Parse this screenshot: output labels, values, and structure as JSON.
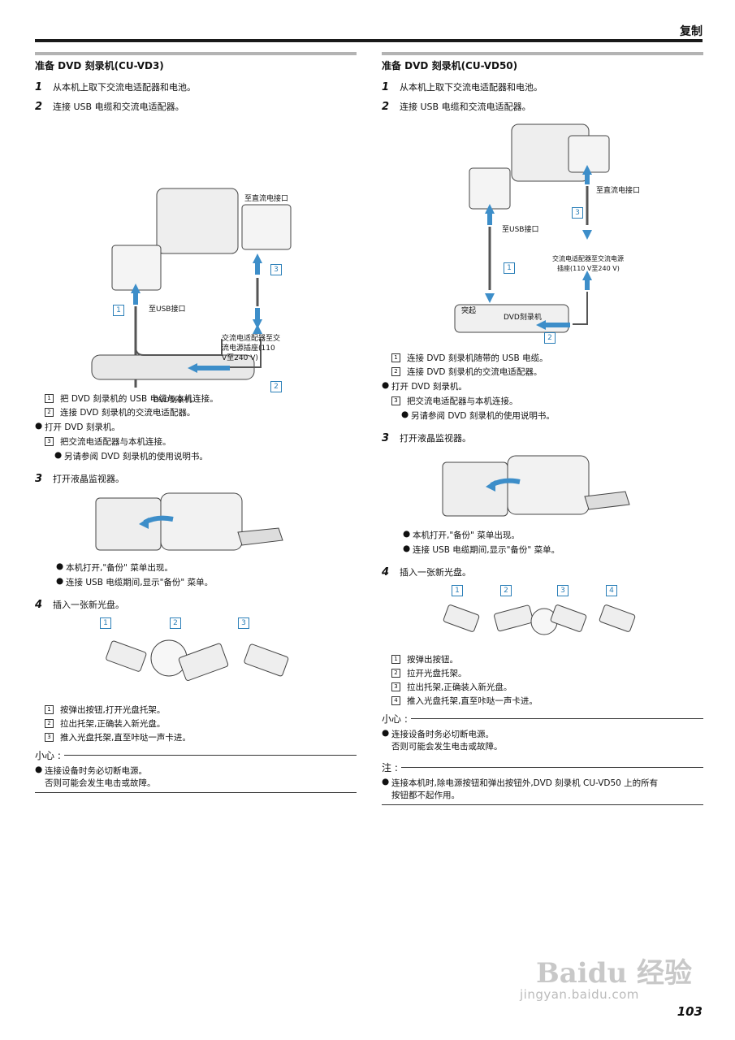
{
  "header": {
    "title": "复制"
  },
  "page_number": "103",
  "watermark": {
    "brand": "Bai",
    "brand_suffix": "du",
    "cn": "经验",
    "url": "jingyan.baidu.com"
  },
  "left": {
    "title": "准备 DVD 刻录机(CU-VD3)",
    "steps": [
      {
        "num": "1",
        "text": "从本机上取下交流电适配器和电池。"
      },
      {
        "num": "2",
        "text": "连接 USB 电缆和交流电适配器。"
      },
      {
        "num": "3",
        "text": "打开液晶监视器。"
      },
      {
        "num": "4",
        "text": "插入一张新光盘。"
      }
    ],
    "fig1": {
      "label_dc": "至直流电接口",
      "label_usb": "至USB接口",
      "label_ac1": "交流电适配器至交",
      "label_ac2": "流电源插座(110",
      "label_ac3": "V至240 V)",
      "label_dvd": "DVD刻录机",
      "n1": "1",
      "n2": "2",
      "n3": "3"
    },
    "step2_subs": [
      {
        "n": "1",
        "text": "把 DVD 刻录机的 USB 电缆与本机连接。"
      },
      {
        "n": "2",
        "text": "连接 DVD 刻录机的交流电适配器。"
      }
    ],
    "bullet_open": "打开 DVD 刻录机。",
    "sub3": {
      "n": "3",
      "text": "把交流电适配器与本机连接。"
    },
    "sub3_bullet": "另请参阅 DVD 刻录机的使用说明书。",
    "step3_bullets": [
      "本机打开,\"备份\" 菜单出现。",
      "连接 USB 电缆期间,显示\"备份\" 菜单。"
    ],
    "fig4_nums": [
      "1",
      "2",
      "3"
    ],
    "step4_subs": [
      {
        "n": "1",
        "text": "按弹出按钮,打开光盘托架。"
      },
      {
        "n": "2",
        "text": "拉出托架,正确装入新光盘。"
      },
      {
        "n": "3",
        "text": "推入光盘托架,直至咔哒一声卡进。"
      }
    ],
    "caution": {
      "title": "小心 :",
      "line1": "连接设备时务必切断电源。",
      "line2": "否则可能会发生电击或故障。"
    }
  },
  "right": {
    "title": "准备 DVD 刻录机(CU-VD50)",
    "steps": [
      {
        "num": "1",
        "text": "从本机上取下交流电适配器和电池。"
      },
      {
        "num": "2",
        "text": "连接 USB 电缆和交流电适配器。"
      },
      {
        "num": "3",
        "text": "打开液晶监视器。"
      },
      {
        "num": "4",
        "text": "插入一张新光盘。"
      }
    ],
    "fig1": {
      "label_dc": "至直流电接口",
      "label_usb": "至USB接口",
      "label_ac1": "交流电适配器至交流电源",
      "label_ac2": "插座(110 V至240 V)",
      "label_bump": "突起",
      "label_dvd": "DVD刻录机",
      "n1": "1",
      "n2": "2",
      "n3": "3"
    },
    "step2_subs": [
      {
        "n": "1",
        "text": "连接 DVD 刻录机随带的 USB 电缆。"
      },
      {
        "n": "2",
        "text": "连接 DVD 刻录机的交流电适配器。"
      }
    ],
    "bullet_open": "打开 DVD 刻录机。",
    "sub3": {
      "n": "3",
      "text": "把交流电适配器与本机连接。"
    },
    "sub3_bullet": "另请参阅 DVD 刻录机的使用说明书。",
    "step3_bullets": [
      "本机打开,\"备份\" 菜单出现。",
      "连接 USB 电缆期间,显示\"备份\" 菜单。"
    ],
    "fig4_nums": [
      "1",
      "2",
      "3",
      "4"
    ],
    "step4_subs": [
      {
        "n": "1",
        "text": "按弹出按钮。"
      },
      {
        "n": "2",
        "text": "拉开光盘托架。"
      },
      {
        "n": "3",
        "text": "拉出托架,正确装入新光盘。"
      },
      {
        "n": "4",
        "text": "推入光盘托架,直至咔哒一声卡进。"
      }
    ],
    "caution": {
      "title": "小心 :",
      "line1": "连接设备时务必切断电源。",
      "line2": "否则可能会发生电击或故障。"
    },
    "note": {
      "title": "注 :",
      "line1": "连接本机时,除电源按钮和弹出按钮外,DVD 刻录机 CU-VD50 上的所有",
      "line2": "按钮都不起作用。"
    }
  },
  "colors": {
    "arrow": "#3d8ec9",
    "box": "#2b7fb8",
    "rule": "#1a1a1a",
    "bar": "#b3b3b3"
  }
}
